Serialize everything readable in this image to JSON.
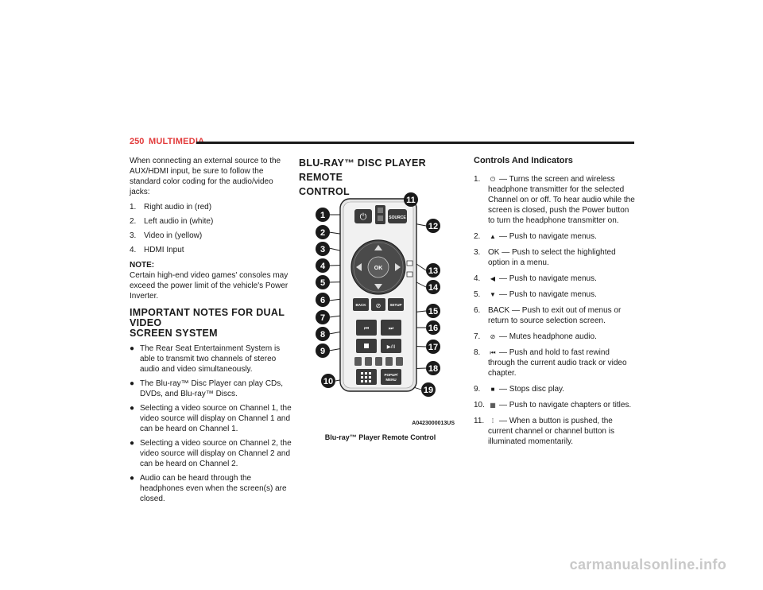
{
  "header": {
    "page_number": "250",
    "section": "MULTIMEDIA"
  },
  "left": {
    "intro": "When connecting an external source to the AUX/HDMI input, be sure to follow the standard color coding for the audio/video jacks:",
    "jacks": [
      {
        "n": "1.",
        "text": "Right audio in (red)"
      },
      {
        "n": "2.",
        "text": "Left audio in (white)"
      },
      {
        "n": "3.",
        "text": "Video in (yellow)"
      },
      {
        "n": "4.",
        "text": "HDMI Input"
      }
    ],
    "note_label": "NOTE:",
    "note_text": "Certain high-end video games' consoles may exceed the power limit of the vehicle's Power Inverter.",
    "heading_line1": "IMPORTANT NOTES FOR DUAL VIDEO",
    "heading_line2": "SCREEN SYSTEM",
    "bullets": [
      "The Rear Seat Entertainment System is able to transmit two channels of stereo audio and video simultaneously.",
      "The Blu-ray™ Disc Player can play CDs, DVDs, and Blu-ray™ Discs.",
      "Selecting a video source on Channel 1, the video source will display on Channel 1 and can be heard on Channel 1.",
      "Selecting a video source on Channel 2, the video source will display on Channel 2 and can be heard on Channel 2.",
      "Audio can be heard through the headphones even when the screen(s) are closed."
    ]
  },
  "figure": {
    "title_line1": "BLU-RAY™ DISC PLAYER REMOTE",
    "title_line2": "CONTROL",
    "image_code": "A0423000013US",
    "caption": "Blu-ray™ Player Remote Control",
    "buttons": {
      "source": "SOURCE",
      "ok": "OK",
      "back": "BACK",
      "setup": "SETUP",
      "popup1": "POPUP/",
      "popup2": "MENU"
    },
    "callouts": [
      "1",
      "2",
      "3",
      "4",
      "5",
      "6",
      "7",
      "8",
      "9",
      "10",
      "11",
      "12",
      "13",
      "14",
      "15",
      "16",
      "17",
      "18",
      "19"
    ]
  },
  "controls": {
    "heading": "Controls And Indicators",
    "items": [
      {
        "n": "1.",
        "icon": "⏻",
        "icon_name": "power-icon",
        "text": "— Turns the screen and wireless headphone transmitter for the selected Channel on or off. To hear audio while the screen is closed, push the Power button to turn the headphone transmitter on."
      },
      {
        "n": "2.",
        "icon": "▲",
        "icon_name": "up-arrow-icon",
        "text": "— Push to navigate menus."
      },
      {
        "n": "3.",
        "icon": "",
        "icon_name": "",
        "text": "OK — Push to select the highlighted option in a menu."
      },
      {
        "n": "4.",
        "icon": "◀",
        "icon_name": "left-arrow-icon",
        "text": "— Push to navigate menus."
      },
      {
        "n": "5.",
        "icon": "▼",
        "icon_name": "down-arrow-icon",
        "text": "— Push to navigate menus."
      },
      {
        "n": "6.",
        "icon": "",
        "icon_name": "",
        "text": "BACK — Push to exit out of menus or return to source selection screen."
      },
      {
        "n": "7.",
        "icon": "⊘",
        "icon_name": "mute-icon",
        "text": "— Mutes headphone audio."
      },
      {
        "n": "8.",
        "icon": "⏮",
        "icon_name": "rewind-icon",
        "text": "— Push and hold to fast rewind through the current audio track or video chapter."
      },
      {
        "n": "9.",
        "icon": "■",
        "icon_name": "stop-icon",
        "text": "— Stops disc play."
      },
      {
        "n": "10.",
        "icon": "▦",
        "icon_name": "chapters-icon",
        "text": "— Push to navigate chapters or titles."
      },
      {
        "n": "11.",
        "icon": "⁞",
        "icon_name": "channel-indicator-icon",
        "text": "— When a button is pushed, the current channel or channel button is illuminated momentarily."
      }
    ]
  },
  "watermark": "carmanualsonline.info"
}
